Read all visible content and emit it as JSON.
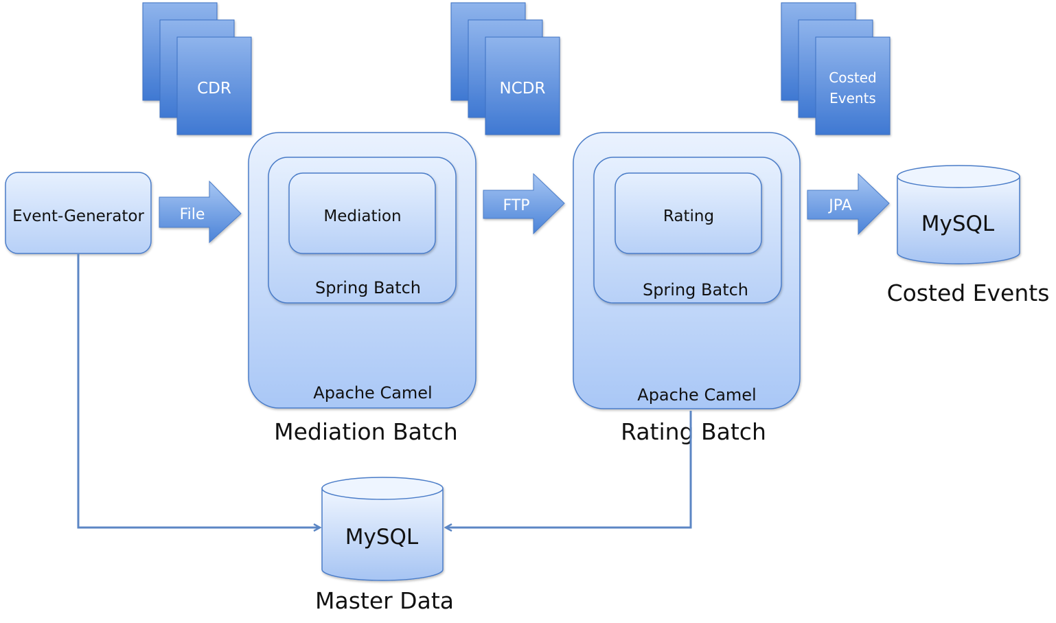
{
  "documents": {
    "cdr": "CDR",
    "ncdr": "NCDR",
    "costed_line1": "Costed",
    "costed_line2": "Events"
  },
  "event_generator": {
    "label": "Event-Generator"
  },
  "arrows": {
    "file": "File",
    "ftp": "FTP",
    "jpa": "JPA"
  },
  "mediation": {
    "inner": "Mediation",
    "middle": "Spring Batch",
    "outer": "Apache Camel",
    "caption": "Mediation Batch"
  },
  "rating": {
    "inner": "Rating",
    "middle": "Spring Batch",
    "outer": "Apache Camel",
    "caption": "Rating Batch"
  },
  "db_costed": {
    "label": "MySQL",
    "caption": "Costed Events"
  },
  "db_master": {
    "label": "MySQL",
    "caption": "Master Data"
  },
  "colors": {
    "doc_top": "#8fb4ec",
    "doc_bottom": "#3f78d2",
    "box_top": "#eaf2fe",
    "box_bottom": "#a9c7f6",
    "stroke": "#4a7bc8",
    "arrow_top": "#a7c6f3",
    "arrow_bottom": "#4b83d8",
    "connector": "#5b86c4"
  }
}
